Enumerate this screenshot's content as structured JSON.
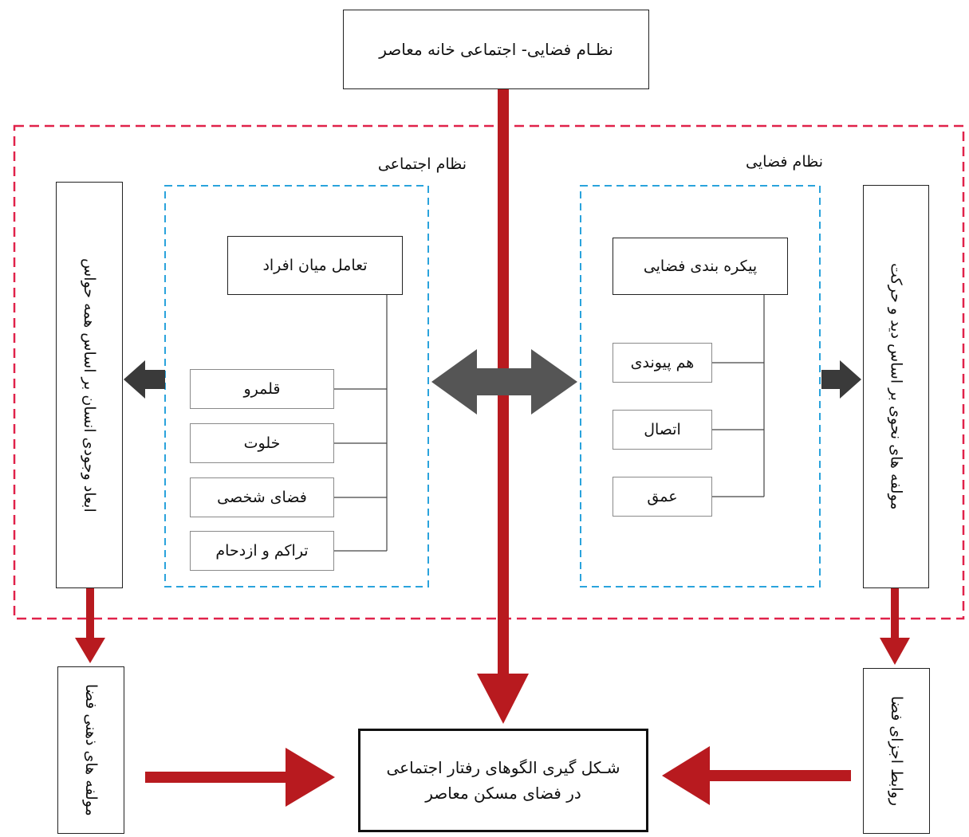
{
  "top_box": "نظـام فضایی- اجتماعی خانه معاصر",
  "spatial_system": {
    "title": "نظام فضایی",
    "main": "پیکره بندی فضایی",
    "items": [
      "هم پیوندی",
      "اتصال",
      "عمق"
    ]
  },
  "social_system": {
    "title": "نظام اجتماعی",
    "main": "تعامل  میان افراد",
    "items": [
      "قلمرو",
      "خلوت",
      "فضای شخصی",
      "تراکم و ازدحام"
    ]
  },
  "right_vertical": "مولفه های نحوی بر اساس  دید و حرکت",
  "left_vertical": "ابعاد وجودی انسان بر اساس همه حواس",
  "bottom_right": "روابط اجزای فضا",
  "bottom_left": "مولفه  های ذهنی فضا",
  "bottom_center": [
    "شـکل گیری الگوهای رفتار اجتماعی",
    "در فضای مسکن معاصر"
  ],
  "colors": {
    "red_dashed": "#e0224a",
    "blue_dashed": "#2aa3dc",
    "arrow_red": "#b81a1f",
    "arrow_gray": "#555555"
  }
}
